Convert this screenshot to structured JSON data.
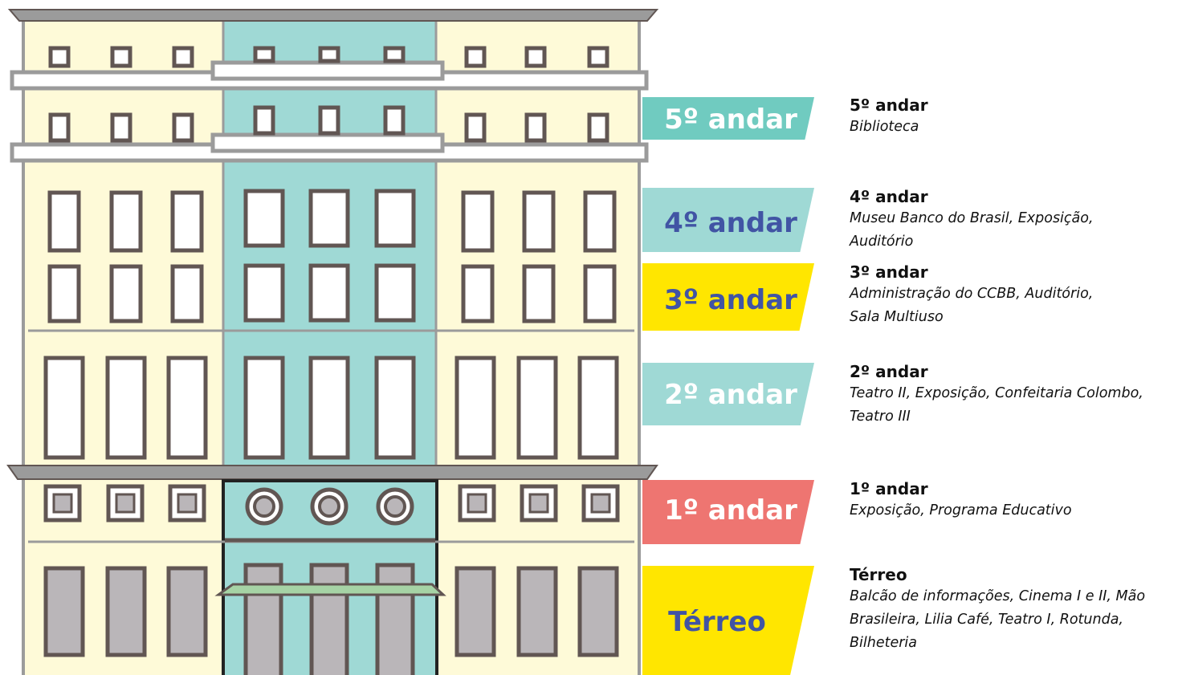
{
  "colors": {
    "facade_cream": "#fefad8",
    "facade_teal": "#9fd9d5",
    "outline": "#615653",
    "ledge": "#9b9b9b",
    "tab_teal_dark": "#70cbc0",
    "tab_teal_light": "#9fd9d5",
    "tab_yellow": "#ffe600",
    "tab_coral": "#ee7571",
    "label_white": "#ffffff",
    "label_blue": "#4154a4",
    "awning_green": "#a6d3a5",
    "door_grey": "#bab6b9"
  },
  "floors": [
    {
      "tab_label": "5º andar",
      "title": "5º andar",
      "desc_lines": [
        "Biblioteca"
      ],
      "tab_color": "tab_teal_dark",
      "label_color": "label_white"
    },
    {
      "tab_label": "4º andar",
      "title": "4º andar",
      "desc_lines": [
        "Museu Banco do Brasil, Exposição,",
        "Auditório"
      ],
      "tab_color": "tab_teal_light",
      "label_color": "label_blue"
    },
    {
      "tab_label": "3º andar",
      "title": "3º andar",
      "desc_lines": [
        "Administração do CCBB, Auditório,",
        "Sala Multiuso"
      ],
      "tab_color": "tab_yellow",
      "label_color": "label_blue"
    },
    {
      "tab_label": "2º andar",
      "title": "2º andar",
      "desc_lines": [
        "Teatro II, Exposição, Confeitaria Colombo,",
        "Teatro III"
      ],
      "tab_color": "tab_teal_light",
      "label_color": "label_white"
    },
    {
      "tab_label": "1º andar",
      "title": "1º andar",
      "desc_lines": [
        "Exposição, Programa Educativo"
      ],
      "tab_color": "tab_coral",
      "label_color": "label_white"
    },
    {
      "tab_label": "Térreo",
      "title": "Térreo",
      "desc_lines": [
        "Balcão de informações, Cinema I e II, Mão",
        "Brasileira, Lilia Café, Teatro I, Rotunda,",
        "Bilheteria"
      ],
      "tab_color": "tab_yellow",
      "label_color": "label_blue"
    }
  ]
}
